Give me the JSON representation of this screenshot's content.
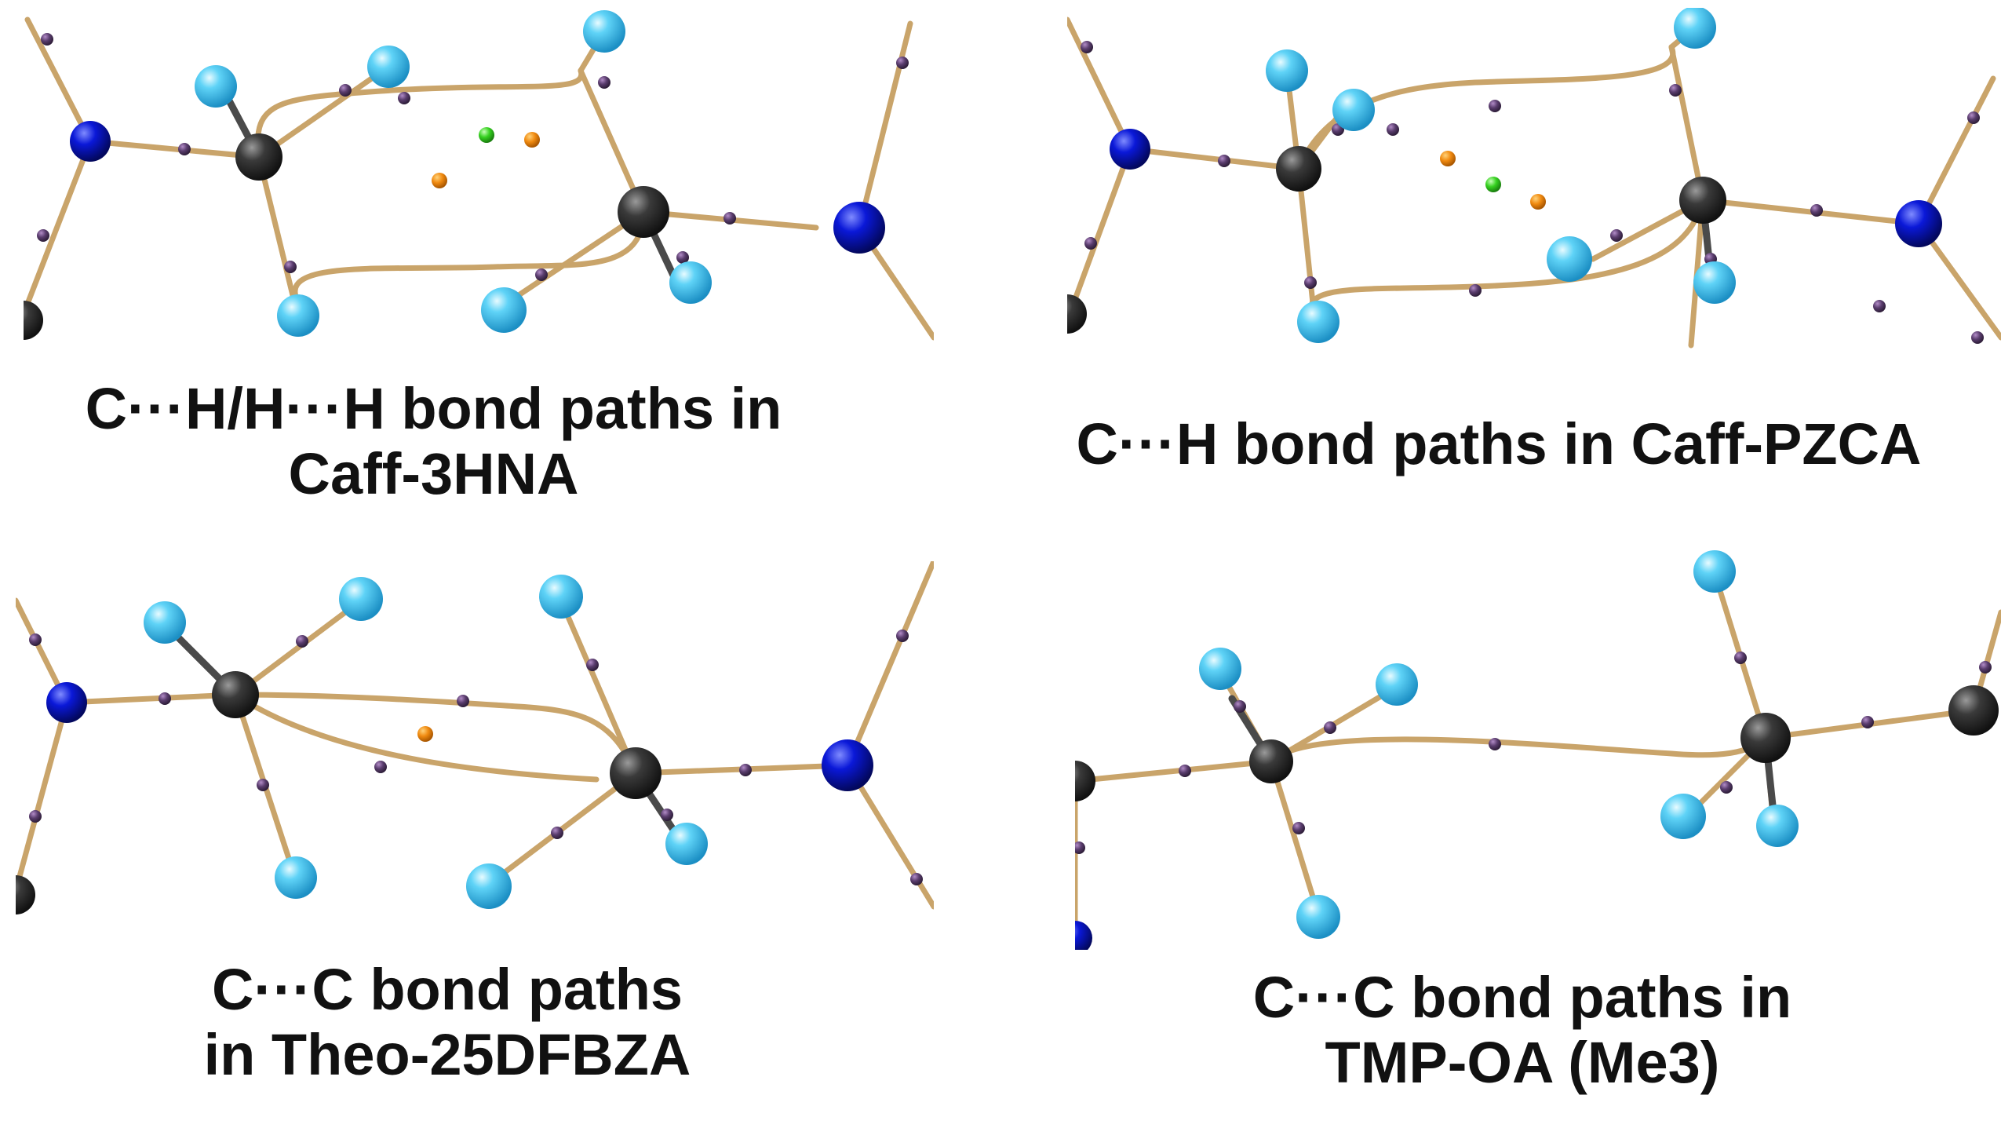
{
  "panels": [
    {
      "id": "caff-3hna",
      "caption_lines": [
        "C···H/H···H  bond paths in",
        "Caff-3HNA"
      ],
      "critical_points": [
        "green",
        "orange",
        "orange"
      ]
    },
    {
      "id": "caff-pzca",
      "caption_lines": [
        "C···H  bond paths in Caff-PZCA"
      ],
      "critical_points": [
        "green",
        "orange",
        "orange"
      ]
    },
    {
      "id": "theo-25dfbza",
      "caption_lines": [
        "C···C  bond paths",
        "in Theo-25DFBZA"
      ],
      "critical_points": [
        "orange"
      ]
    },
    {
      "id": "tmp-oa-me3",
      "caption_lines": [
        "C···C  bond paths in",
        "TMP-OA (Me3)"
      ],
      "critical_points": []
    }
  ],
  "colors": {
    "background": "#ffffff",
    "bond": "#c9a46a",
    "carbon": "#3a3a3a",
    "nitrogen": "#0a18d8",
    "hydrogen": "#3fc3f0",
    "bond_critical_point": "#5a3d6e",
    "ring_critical_point": "#35d11f",
    "cage_critical_point": "#f08a10",
    "caption_text": "#111111"
  }
}
